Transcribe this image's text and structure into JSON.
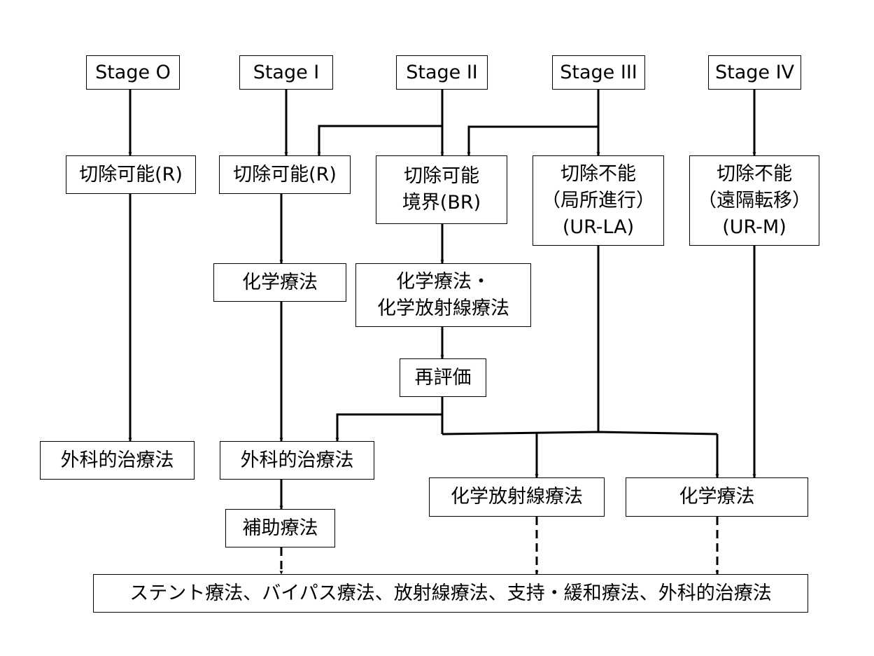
{
  "diagram": {
    "stages": {
      "s0": "Stage O",
      "s1": "Stage I",
      "s2": "Stage II",
      "s3": "Stage III",
      "s4": "Stage IV"
    },
    "resectability": {
      "r0": "切除可能(R)",
      "r1": "切除可能(R)",
      "br": [
        "切除可能",
        "境界(BR)"
      ],
      "urla": [
        "切除不能",
        "（局所進行）",
        "(UR-LA)"
      ],
      "urm": [
        "切除不能",
        "（遠隔転移）",
        "(UR-M)"
      ]
    },
    "treatments": {
      "chemo_s1": "化学療法",
      "chemo_crt_br": [
        "化学療法・",
        "化学放射線療法"
      ],
      "reeval": "再評価",
      "surgery0": "外科的治療法",
      "surgery1": "外科的治療法",
      "adjuvant": "補助療法",
      "crt": "化学放射線療法",
      "chemo": "化学療法",
      "palliative": "ステント療法、バイパス療法、放射線療法、支持・緩和療法、外科的治療法"
    }
  }
}
